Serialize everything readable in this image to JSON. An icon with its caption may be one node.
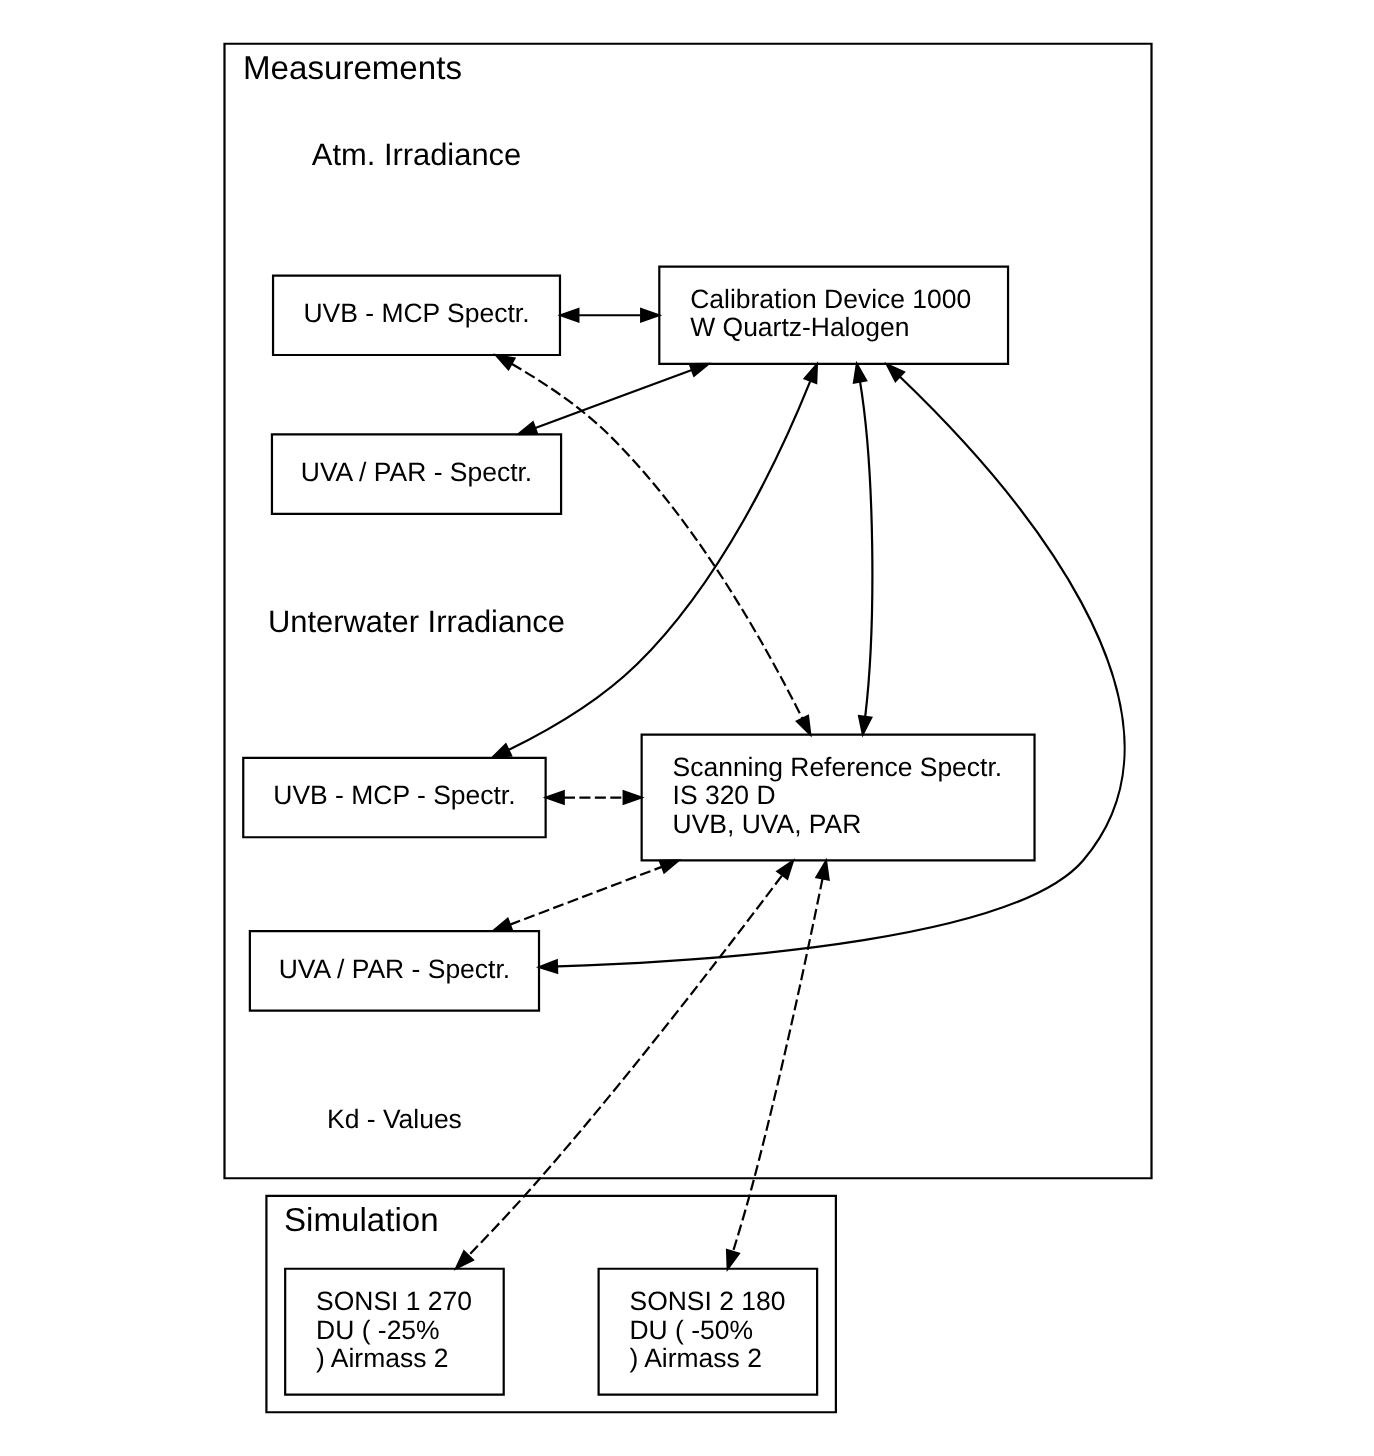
{
  "diagram": {
    "nodes": [
      {
        "text": [
          "Measurements"
        ]
      },
      {
        "text": [
          "UVB - MCP Spectr."
        ],
        "in": 0
      },
      {
        "text": [
          "UVA / PAR - Spectr."
        ],
        "in": 0
      },
      {
        "text": [
          "Calibration Device 1000 W Quartz-Halogen"
        ],
        "in": 0
      },
      {
        "text": [
          "UVB - MCP - Spectr."
        ],
        "in": 0
      },
      {
        "text": [
          "UVA / PAR - Spectr."
        ],
        "in": 0,
        "beside": [
          "Kd - Values"
        ]
      },
      {
        "text": [
          "Scanning Reference Spectr. IS 320 D UVB, UVA, PAR"
        ],
        "in": 0
      },
      {
        "text": [
          "Simulation"
        ]
      },
      {
        "text": [
          "SONSI 1 270 DU ( -25% ) Airmass 2"
        ],
        "in": 7
      },
      {
        "text": [
          "SONSI 2 180 DU ( -50% ) Airmass 2"
        ],
        "in": 7
      }
    ],
    "edges": [
      {
        "from": 1,
        "to": 3,
        "arrow": "both"
      },
      {
        "from": 2,
        "to": 3,
        "arrow": "both"
      },
      {
        "from": 4,
        "to": 3,
        "arrow": "both"
      },
      {
        "from": 5,
        "to": 3,
        "arrow": "both"
      },
      {
        "from": 3,
        "to": 6,
        "arrow": "both"
      },
      {
        "from": 1,
        "to": 6,
        "arrow": "both",
        "style": "dashed"
      },
      {
        "from": 4,
        "to": 6,
        "arrow": "both",
        "style": "dashed"
      },
      {
        "from": 5,
        "to": 6,
        "arrow": "both",
        "style": "dashed"
      },
      {
        "from": 6,
        "to": 8,
        "arrow": "both",
        "style": "dashed"
      },
      {
        "from": 6,
        "to": 9,
        "arrow": "both",
        "style": "dashed"
      }
    ],
    "labels": [
      "Atm. Irradiance",
      "Unterwater Irradiance"
    ]
  }
}
